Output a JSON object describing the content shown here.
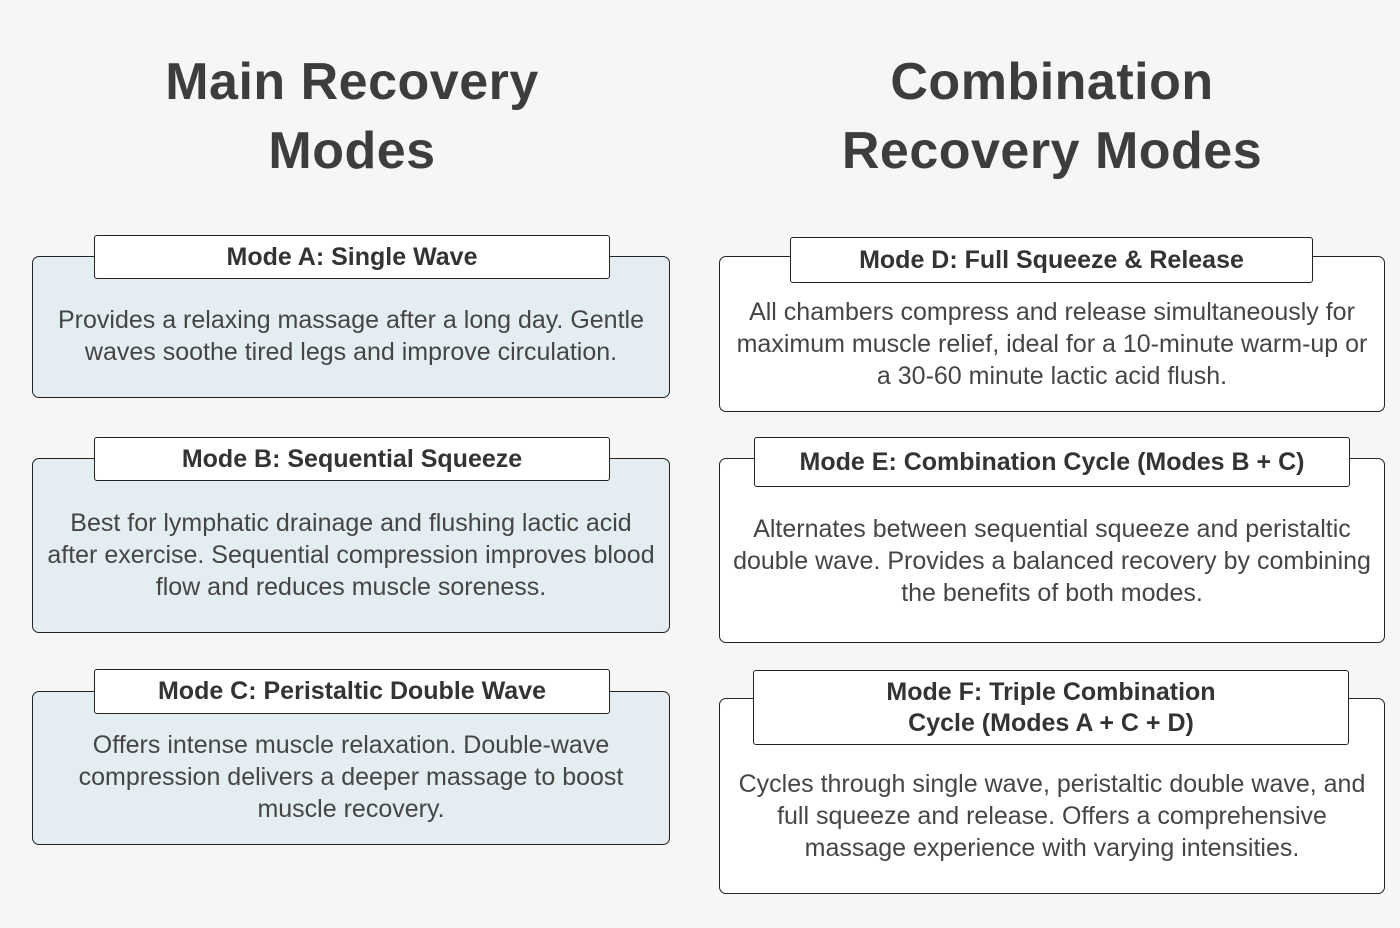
{
  "colors": {
    "page_background": "#f6f6f6",
    "left_card_background": "#e4edf1",
    "right_card_background": "#ffffff",
    "header_background": "#ffffff",
    "border": "#222222",
    "title_text": "#3d3d3d",
    "header_text": "#333333",
    "body_text": "#454545"
  },
  "columns": [
    {
      "title": "Main Recovery Modes",
      "title_lines": [
        "Main Recovery",
        "Modes"
      ],
      "cards": [
        {
          "id": "mode-a",
          "title": "Mode A: Single Wave",
          "body": "Provides a relaxing massage after a long day. Gentle waves soothe tired legs and improve circulation."
        },
        {
          "id": "mode-b",
          "title": "Mode B: Sequential Squeeze",
          "body": "Best for lymphatic drainage and flushing lactic acid after exercise. Sequential compression improves blood flow and reduces muscle soreness."
        },
        {
          "id": "mode-c",
          "title": "Mode C: Peristaltic Double Wave",
          "body": "Offers intense muscle relaxation. Double-wave compression delivers a deeper massage to boost muscle recovery."
        }
      ]
    },
    {
      "title": "Combination Recovery Modes",
      "title_lines": [
        "Combination",
        "Recovery Modes"
      ],
      "cards": [
        {
          "id": "mode-d",
          "title": "Mode D: Full Squeeze & Release",
          "body": "All chambers compress and release simultaneously for maximum muscle relief, ideal for a 10-minute warm-up or a 30-60 minute lactic acid flush."
        },
        {
          "id": "mode-e",
          "title": "Mode E: Combination Cycle (Modes B + C)",
          "body": "Alternates between sequential squeeze and peristaltic double wave. Provides a balanced recovery by combining the benefits of both modes."
        },
        {
          "id": "mode-f",
          "title": "Mode F: Triple Combination Cycle (Modes A + C + D)",
          "title_lines": [
            "Mode F: Triple Combination",
            "Cycle (Modes A + C + D)"
          ],
          "body": "Cycles through single wave, peristaltic double wave, and full squeeze and release. Offers a comprehensive massage experience with varying intensities."
        }
      ]
    }
  ]
}
